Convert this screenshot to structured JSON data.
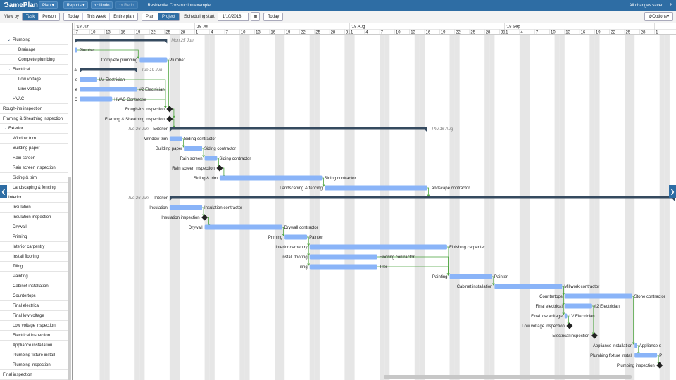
{
  "app": {
    "name": "GamePlan",
    "menu_plan": "Plan",
    "menu_reports": "Reports",
    "undo": "Undo",
    "redo": "Redo",
    "project_title": "Residential Construction example",
    "save_status": "All changes saved",
    "help": "?"
  },
  "controls": {
    "view_by": "View by",
    "task": "Task",
    "person": "Person",
    "today_btn": "Today",
    "this_week": "This week",
    "entire_plan": "Entire plan",
    "plan": "Plan",
    "project": "Project",
    "scheduling_start": "Scheduling start",
    "start_date": "1/10/2018",
    "today": "Today",
    "options": "Options"
  },
  "colors": {
    "accent": "#2e6da4",
    "bar": "#8ab4f8",
    "summary": "#354a5f",
    "link": "#4aa33b",
    "milestone": "#222222"
  },
  "tasks": [
    {
      "name": "Plumbing",
      "level": 1,
      "group": true
    },
    {
      "name": "Drainage",
      "level": 2
    },
    {
      "name": "Complete plumbing",
      "level": 2
    },
    {
      "name": "Electrical",
      "level": 1,
      "group": true
    },
    {
      "name": "Low voltage",
      "level": 2
    },
    {
      "name": "Line voltage",
      "level": 2
    },
    {
      "name": "HVAC",
      "level": 1
    },
    {
      "name": "Rough-ins inspection",
      "level": 0
    },
    {
      "name": "Framing & Sheathing inspection",
      "level": 0
    },
    {
      "name": "Exterior",
      "level": 0,
      "group": true
    },
    {
      "name": "Window trim",
      "level": 1
    },
    {
      "name": "Building paper",
      "level": 1
    },
    {
      "name": "Rain screen",
      "level": 1
    },
    {
      "name": "Rain screen inspection",
      "level": 1
    },
    {
      "name": "Siding & trim",
      "level": 1
    },
    {
      "name": "Landscaping & fencing",
      "level": 1
    },
    {
      "name": "Interior",
      "level": 0,
      "group": true
    },
    {
      "name": "Insulation",
      "level": 1
    },
    {
      "name": "Insulation inspection",
      "level": 1
    },
    {
      "name": "Drywall",
      "level": 1
    },
    {
      "name": "Priming",
      "level": 1
    },
    {
      "name": "Interior carpentry",
      "level": 1
    },
    {
      "name": "Install flooring",
      "level": 1
    },
    {
      "name": "Tiling",
      "level": 1
    },
    {
      "name": "Painting",
      "level": 1
    },
    {
      "name": "Cabinet installation",
      "level": 1
    },
    {
      "name": "Countertops",
      "level": 1
    },
    {
      "name": "Final electrical",
      "level": 1
    },
    {
      "name": "Final low voltage",
      "level": 1
    },
    {
      "name": "Low voltage inspection",
      "level": 1
    },
    {
      "name": "Electrical inspection",
      "level": 1
    },
    {
      "name": "Appliance installation",
      "level": 1
    },
    {
      "name": "Plumbing fixture install",
      "level": 1
    },
    {
      "name": "Plumbing inspection",
      "level": 1
    },
    {
      "name": "Final inspection",
      "level": 0
    }
  ],
  "timeline": {
    "months": [
      {
        "label": "'18 Jun",
        "day": 0
      },
      {
        "label": "'18 Jul",
        "day": 24
      },
      {
        "label": "'18 Aug",
        "day": 55
      },
      {
        "label": "'18 Sep",
        "day": 86
      },
      {
        "label": "",
        "day": 116
      }
    ],
    "day_labels": [
      {
        "t": "7",
        "d": 0
      },
      {
        "t": "10",
        "d": 3
      },
      {
        "t": "13",
        "d": 6
      },
      {
        "t": "16",
        "d": 9
      },
      {
        "t": "19",
        "d": 12
      },
      {
        "t": "22",
        "d": 15
      },
      {
        "t": "25",
        "d": 18
      },
      {
        "t": "28",
        "d": 21
      },
      {
        "t": "1",
        "d": 24
      },
      {
        "t": "4",
        "d": 27
      },
      {
        "t": "7",
        "d": 30
      },
      {
        "t": "10",
        "d": 33
      },
      {
        "t": "13",
        "d": 36
      },
      {
        "t": "16",
        "d": 39
      },
      {
        "t": "19",
        "d": 42
      },
      {
        "t": "22",
        "d": 45
      },
      {
        "t": "25",
        "d": 48
      },
      {
        "t": "28",
        "d": 51
      },
      {
        "t": "31",
        "d": 54
      },
      {
        "t": "1",
        "d": 55
      },
      {
        "t": "4",
        "d": 58
      },
      {
        "t": "7",
        "d": 61
      },
      {
        "t": "10",
        "d": 64
      },
      {
        "t": "13",
        "d": 67
      },
      {
        "t": "16",
        "d": 70
      },
      {
        "t": "19",
        "d": 73
      },
      {
        "t": "22",
        "d": 76
      },
      {
        "t": "25",
        "d": 79
      },
      {
        "t": "28",
        "d": 82
      },
      {
        "t": "31",
        "d": 85
      },
      {
        "t": "1",
        "d": 86
      },
      {
        "t": "4",
        "d": 89
      },
      {
        "t": "7",
        "d": 92
      },
      {
        "t": "10",
        "d": 95
      },
      {
        "t": "13",
        "d": 98
      },
      {
        "t": "16",
        "d": 101
      },
      {
        "t": "19",
        "d": 104
      },
      {
        "t": "22",
        "d": 107
      },
      {
        "t": "25",
        "d": 110
      },
      {
        "t": "28",
        "d": 113
      },
      {
        "t": "1",
        "d": 116
      }
    ]
  },
  "bars": [
    {
      "row": 0,
      "type": "summary",
      "start": 0,
      "end": 18.5,
      "date_label": "Mon 25 Jun"
    },
    {
      "row": 1,
      "type": "task",
      "start": 0,
      "end": 0.5,
      "label_right": "Plumber"
    },
    {
      "row": 2,
      "type": "task",
      "start": 13,
      "end": 18.5,
      "label_left": "Complete plumbing",
      "label_right": "Plumber"
    },
    {
      "row": 3,
      "type": "summary",
      "start": 1,
      "end": 12.5,
      "label_left": "al",
      "date_label": "Tue 19 Jun"
    },
    {
      "row": 4,
      "type": "task",
      "start": 1,
      "end": 4.5,
      "label_left": "e",
      "label_right": "LV Electrician"
    },
    {
      "row": 5,
      "type": "task",
      "start": 1,
      "end": 12.5,
      "label_left": "e",
      "label_right": "#2 Electrician"
    },
    {
      "row": 6,
      "type": "task",
      "start": 1,
      "end": 7.5,
      "label_left": "C",
      "label_right": "HVAC Contractor"
    },
    {
      "row": 7,
      "type": "milestone",
      "at": 19,
      "label_left": "Rough-ins inspection"
    },
    {
      "row": 8,
      "type": "milestone",
      "at": 19,
      "label_left": "Framing & Sheathing inspection"
    },
    {
      "row": 9,
      "type": "summary",
      "start": 19,
      "end": 70.5,
      "label_left": "Exterior",
      "date_label_left": "Tue 26 Jun",
      "date_label": "Thu 16 Aug"
    },
    {
      "row": 10,
      "type": "task",
      "start": 19,
      "end": 21.5,
      "label_left": "Window trim",
      "label_right": "Siding contractor"
    },
    {
      "row": 11,
      "type": "task",
      "start": 22,
      "end": 25.5,
      "label_left": "Building paper",
      "label_right": "Siding contractor"
    },
    {
      "row": 12,
      "type": "task",
      "start": 26,
      "end": 28.5,
      "label_left": "Rain screen",
      "label_right": "Siding contractor"
    },
    {
      "row": 13,
      "type": "milestone",
      "at": 29,
      "label_left": "Rain screen inspection"
    },
    {
      "row": 14,
      "type": "task",
      "start": 29,
      "end": 49.5,
      "label_left": "Siding & trim",
      "label_right": "Siding contractor"
    },
    {
      "row": 15,
      "type": "task",
      "start": 50,
      "end": 70.5,
      "label_left": "Landscaping & fencing",
      "label_right": "Landscape contractor"
    },
    {
      "row": 16,
      "type": "summary",
      "start": 19,
      "end": 120,
      "label_left": "Interior",
      "date_label_left": "Tue 26 Jun"
    },
    {
      "row": 17,
      "type": "task",
      "start": 19,
      "end": 25.5,
      "label_left": "Insulation",
      "label_right": "Insulation contractor"
    },
    {
      "row": 18,
      "type": "milestone",
      "at": 26,
      "label_left": "Insulation inspection"
    },
    {
      "row": 19,
      "type": "task",
      "start": 26,
      "end": 41.5,
      "label_left": "Drywall",
      "label_right": "Drywall contractor"
    },
    {
      "row": 20,
      "type": "task",
      "start": 42,
      "end": 46.5,
      "label_left": "Priming",
      "label_right": "Painter"
    },
    {
      "row": 21,
      "type": "task",
      "start": 47,
      "end": 74.5,
      "label_left": "Interior carpentry",
      "label_right": "Finishing carpenter"
    },
    {
      "row": 22,
      "type": "task",
      "start": 47,
      "end": 60.5,
      "label_left": "Install flooring",
      "label_right": "Flooring contractor"
    },
    {
      "row": 23,
      "type": "task",
      "start": 47,
      "end": 60.5,
      "label_left": "Tiling",
      "label_right": "Tiler"
    },
    {
      "row": 24,
      "type": "task",
      "start": 75,
      "end": 83.5,
      "label_left": "Painting",
      "label_right": "Painter"
    },
    {
      "row": 25,
      "type": "task",
      "start": 84,
      "end": 97.5,
      "label_left": "Cabinet installation",
      "label_right": "Millwork contractor"
    },
    {
      "row": 26,
      "type": "task",
      "start": 98,
      "end": 111.5,
      "label_left": "Countertops",
      "label_right": "Stone contractor"
    },
    {
      "row": 27,
      "type": "task",
      "start": 98,
      "end": 103.5,
      "label_left": "Final electrical",
      "label_right": "#2 Electrician"
    },
    {
      "row": 28,
      "type": "task",
      "start": 98,
      "end": 98.5,
      "label_left": "Final low voltage",
      "label_right": "LV Electrician"
    },
    {
      "row": 29,
      "type": "milestone",
      "at": 99,
      "label_left": "Low voltage inspection"
    },
    {
      "row": 30,
      "type": "milestone",
      "at": 104,
      "label_left": "Electrical inspection"
    },
    {
      "row": 31,
      "type": "task",
      "start": 112,
      "end": 112.5,
      "label_left": "Appliance installation",
      "label_right": "Appliance s"
    },
    {
      "row": 32,
      "type": "task",
      "start": 112,
      "end": 116.5,
      "label_left": "Plumbing fixture install",
      "label_right": "P"
    },
    {
      "row": 33,
      "type": "milestone",
      "at": 117,
      "label_left": "Plumbing inspection"
    }
  ],
  "links": [
    [
      1,
      2
    ],
    [
      4,
      7
    ],
    [
      5,
      7
    ],
    [
      6,
      7
    ],
    [
      2,
      7
    ],
    [
      7,
      8
    ],
    [
      8,
      9
    ],
    [
      10,
      11
    ],
    [
      11,
      12
    ],
    [
      12,
      13
    ],
    [
      13,
      14
    ],
    [
      14,
      15
    ],
    [
      15,
      16
    ],
    [
      17,
      18
    ],
    [
      18,
      19
    ],
    [
      19,
      20
    ],
    [
      20,
      21
    ],
    [
      20,
      22
    ],
    [
      20,
      23
    ],
    [
      21,
      24
    ],
    [
      22,
      24
    ],
    [
      23,
      24
    ],
    [
      24,
      25
    ],
    [
      25,
      26
    ],
    [
      25,
      27
    ],
    [
      25,
      28
    ],
    [
      28,
      29
    ],
    [
      27,
      30
    ],
    [
      26,
      31
    ],
    [
      31,
      32
    ],
    [
      32,
      33
    ]
  ]
}
